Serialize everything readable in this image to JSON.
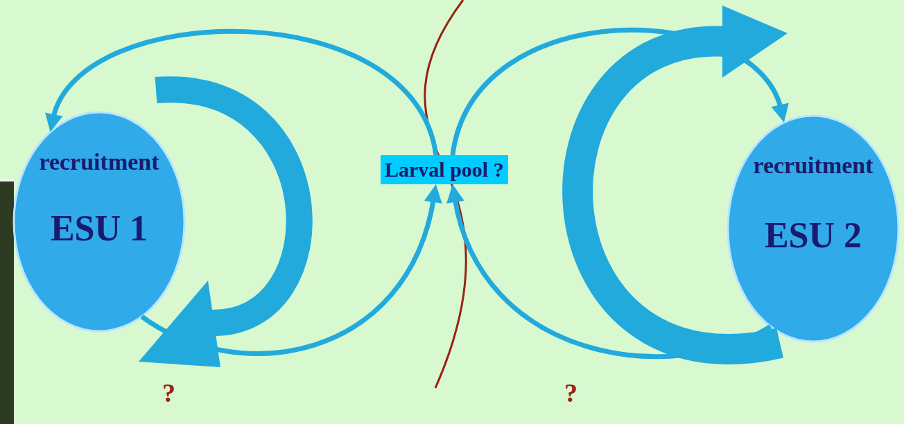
{
  "diagram": {
    "nodes": [
      {
        "text": [
          "recruitment",
          "ESU 1"
        ]
      },
      {
        "text": [
          "Larval pool ?"
        ]
      },
      {
        "text": [
          "recruitment",
          "ESU 2"
        ]
      }
    ],
    "edges": [
      {
        "from": 1,
        "to": 0,
        "arrow": "to"
      },
      {
        "from": 0,
        "to": 1,
        "arrow": "to"
      },
      {
        "from": 1,
        "to": 2,
        "arrow": "to"
      },
      {
        "from": 2,
        "to": 1,
        "arrow": "to"
      }
    ],
    "labels": [
      "?",
      "?"
    ]
  }
}
